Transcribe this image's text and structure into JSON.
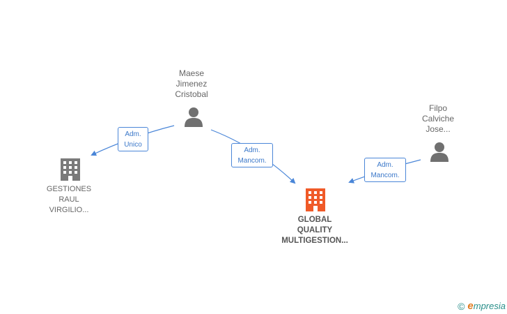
{
  "colors": {
    "edge": "#4a86d8",
    "person_icon": "#707070",
    "company_icon": "#7a7a7a",
    "main_company_icon": "#f05a28"
  },
  "nodes": {
    "maese": {
      "lines": [
        "Maese",
        "Jimenez",
        "Cristobal"
      ],
      "icon": "person-icon"
    },
    "filpo": {
      "lines": [
        "Filpo",
        "Calviche",
        "Jose..."
      ],
      "icon": "person-icon"
    },
    "gestiones": {
      "lines": [
        "GESTIONES",
        "RAUL",
        "VIRGILIO..."
      ],
      "icon": "building-icon"
    },
    "global": {
      "lines": [
        "GLOBAL",
        "QUALITY",
        "MULTIGESTION..."
      ],
      "icon": "building-icon"
    }
  },
  "edges": {
    "maese_to_gestiones": {
      "lines": [
        "Adm.",
        "Unico"
      ]
    },
    "maese_to_global": {
      "lines": [
        "Adm.",
        "Mancom."
      ]
    },
    "filpo_to_global": {
      "lines": [
        "Adm.",
        "Mancom."
      ]
    }
  },
  "brand": {
    "copyright": "©",
    "initial": "e",
    "name": "mpresia"
  }
}
